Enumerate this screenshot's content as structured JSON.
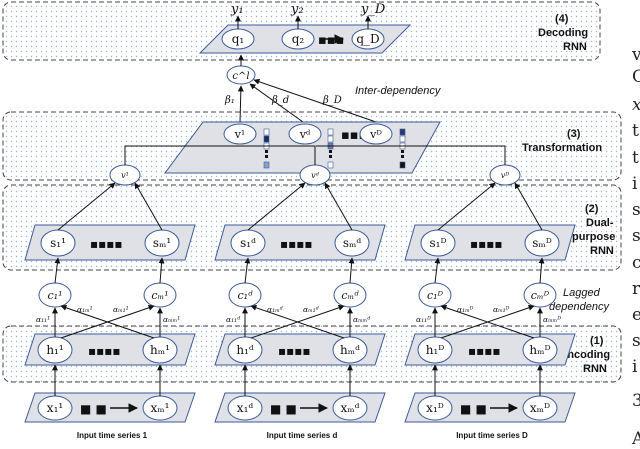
{
  "layers": {
    "decoding": {
      "num": "(4)",
      "name": "Decoding",
      "sub": "RNN"
    },
    "transformation": {
      "num": "(3)",
      "name": "Transformation"
    },
    "dual": {
      "num": "(2)",
      "name1": "Dual-",
      "name2": "purpose",
      "name3": "RNN"
    },
    "encoding": {
      "num": "(1)",
      "name": "Encoding",
      "sub": "RNN"
    }
  },
  "annotations": {
    "inter_dependency": "Inter-dependency",
    "lagged1": "Lagged",
    "lagged2": "dependency"
  },
  "outputs": {
    "y1": "y₁",
    "y2": "y₂",
    "yD": "y_D"
  },
  "decoder_nodes": [
    "q₁",
    "q₂",
    "q_D"
  ],
  "context": "c^l",
  "betas": [
    "β₁",
    "β_d",
    "β_D"
  ],
  "transform_nodes": [
    "v¹",
    "vᵈ",
    "vᴰ"
  ],
  "groups": [
    {
      "v": "v¹",
      "s": [
        "s₁¹",
        "sₘ¹"
      ],
      "c": [
        "c₁¹",
        "cₘ¹"
      ],
      "alpha": [
        "α₁₁¹",
        "α₁ₘ¹",
        "αₘ₁¹",
        "αₘₘ¹"
      ],
      "h": [
        "h₁¹",
        "hₘ¹"
      ],
      "x": [
        "x₁¹",
        "xₘ¹"
      ],
      "caption": "Input time series 1"
    },
    {
      "v": "vᵈ",
      "s": [
        "s₁ᵈ",
        "sₘᵈ"
      ],
      "c": [
        "c₁ᵈ",
        "cₘᵈ"
      ],
      "alpha": [
        "α₁₁ᵈ",
        "α₁ₘᵈ",
        "αₘ₁ᵈ",
        "αₘₘᵈ"
      ],
      "h": [
        "h₁ᵈ",
        "hₘᵈ"
      ],
      "x": [
        "x₁ᵈ",
        "xₘᵈ"
      ],
      "caption": "Input time series d"
    },
    {
      "v": "vᴰ",
      "s": [
        "s₁ᴰ",
        "sₘᴰ"
      ],
      "c": [
        "c₁ᴰ",
        "cₘᴰ"
      ],
      "alpha": [
        "α₁₁ᴰ",
        "α₁ₘᴰ",
        "αₘ₁ᴰ",
        "αₘₘᴰ"
      ],
      "h": [
        "h₁ᴰ",
        "hₘᴰ"
      ],
      "x": [
        "x₁ᴰ",
        "xₘᴰ"
      ],
      "caption": "Input time series D"
    }
  ],
  "side_text": [
    "v",
    "C",
    "x",
    "t",
    "t",
    "i",
    "s",
    "s",
    "c",
    "r",
    "e",
    "s",
    "i",
    "3",
    "A"
  ],
  "colors": {
    "plane": "#dfe1e6",
    "stroke": "#3d5a99",
    "dot": "#9fb3d6"
  }
}
